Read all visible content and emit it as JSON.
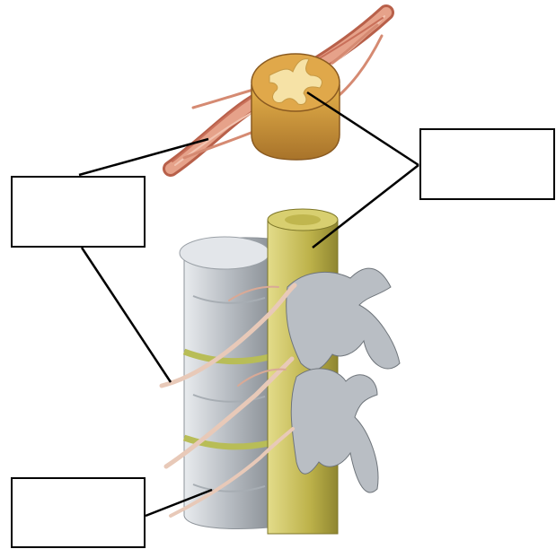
{
  "labels": [
    {
      "id": "box-left-top",
      "text": ""
    },
    {
      "id": "box-right",
      "text": ""
    },
    {
      "id": "box-left-bottom",
      "text": ""
    }
  ],
  "colors": {
    "nerve": "#e6a28a",
    "nerve_dark": "#b8604a",
    "cord_slice": "#d9a43c",
    "gray_matter": "#f3dc9a",
    "spinal_cord": "#c9c060",
    "vertebra": "#c8ccd0",
    "disc": "#b8bd57",
    "line": "#000000"
  },
  "icons": [
    "spinal-cord-cross-section-icon",
    "vertebral-column-icon"
  ]
}
